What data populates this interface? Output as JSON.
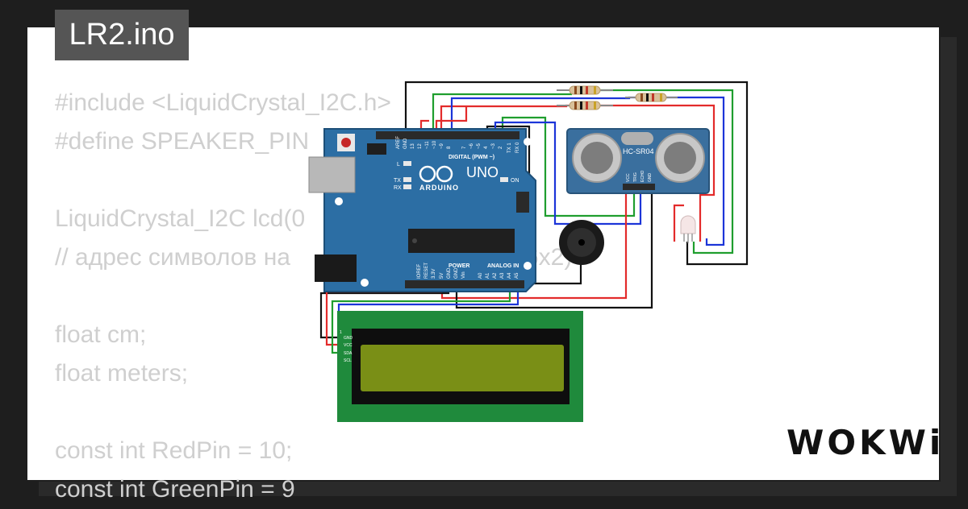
{
  "file": {
    "tab_title": "LR2.ino"
  },
  "code_lines": [
    "#include <LiquidCrystal_I2C.h>",
    "#define SPEAKER_PIN",
    "",
    "LiquidCrystal_I2C lcd(0",
    "// адрес символов на                    змеры (16x2)",
    "",
    "float cm;",
    "float meters;",
    "",
    "const int RedPin = 10;",
    "const int GreenPin = 9"
  ],
  "arduino": {
    "brand": "ARDUINO",
    "model": "UNO",
    "digital_label": "DIGITAL (PWM ~)",
    "power_label": "POWER",
    "analog_label": "ANALOG IN",
    "on_label": "ON",
    "l_label": "L",
    "tx_label": "TX",
    "rx_label": "RX",
    "top_pins": [
      "AREF",
      "GND",
      "13",
      "12",
      "~11",
      "~10",
      "~9",
      "8",
      "7",
      "~6",
      "~5",
      "4",
      "~3",
      "2",
      "TX 1",
      "RX 0"
    ],
    "bottom_pins": [
      "IOREF",
      "RESET",
      "3.3V",
      "5V",
      "GND",
      "GND",
      "Vin",
      "A0",
      "A1",
      "A2",
      "A3",
      "A4",
      "A5"
    ]
  },
  "sensor": {
    "label": "HC-SR04",
    "pins": [
      "VCC",
      "TRIG",
      "ECHO",
      "GND"
    ]
  },
  "lcd": {
    "pins": [
      "GND",
      "VCC",
      "SDA",
      "SCL"
    ],
    "pin1_marker": "1"
  },
  "brand": {
    "logo": "WOKWi"
  },
  "colors": {
    "board": "#2c6ea4",
    "lcd_frame": "#1f8a3c",
    "lcd_screen": "#7a8f16",
    "wire_red": "#e32b2b",
    "wire_green": "#1f9e2e",
    "wire_blue": "#1c35d8",
    "wire_black": "#111111"
  }
}
